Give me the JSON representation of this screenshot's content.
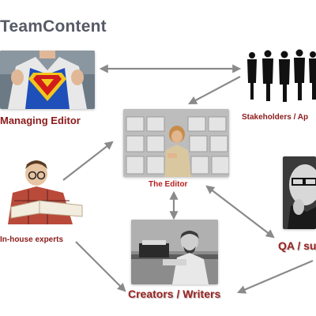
{
  "title": "TeamContent",
  "nodes": {
    "managing_editor": "Managing Editor",
    "stakeholders": "Stakeholders / Ap",
    "the_editor": "The Editor",
    "inhouse_experts": "In-house experts",
    "creators_writers": "Creators / Writers",
    "qa": "QA / su"
  },
  "colors": {
    "arrow": "#8a8a8a",
    "label_red": "#8b1a1a",
    "title": "#555a66"
  }
}
